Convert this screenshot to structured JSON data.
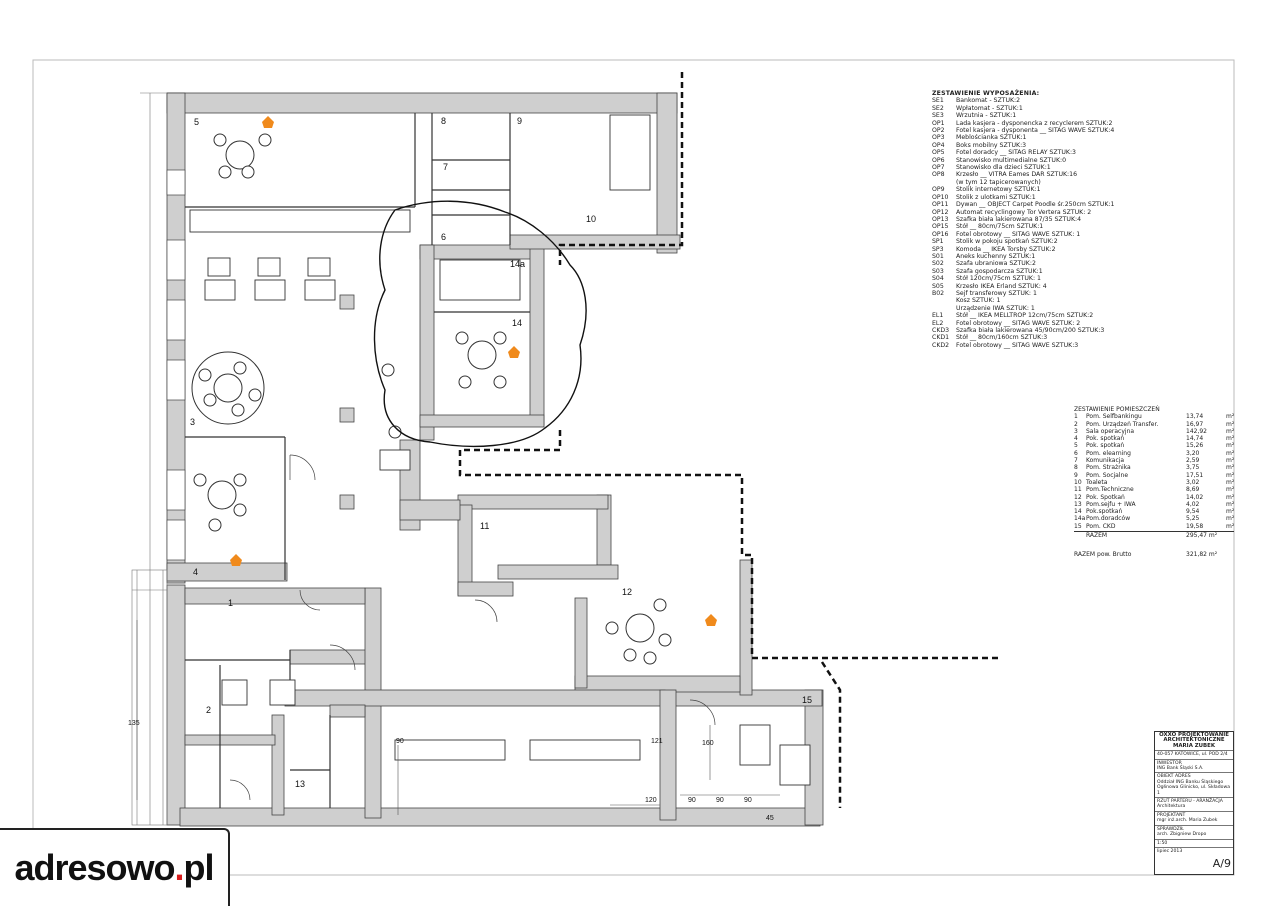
{
  "equipment": {
    "title": "ZESTAWIENIE WYPOSAŻENIA:",
    "items": [
      [
        "SE1",
        "Bankomat - SZTUK:2"
      ],
      [
        "SE2",
        "Wpłatomat - SZTUK:1"
      ],
      [
        "SE3",
        "Wrzutnia - SZTUK:1"
      ],
      [
        "OP1",
        "Lada kasjera - dysponencka z recyclerem SZTUK:2"
      ],
      [
        "OP2",
        "Fotel kasjera - dysponenta __ SITAG WAVE SZTUK:4"
      ],
      [
        "OP3",
        "Meblościanka SZTUK:1"
      ],
      [
        "OP4",
        "Boks mobilny SZTUK:3"
      ],
      [
        "OP5",
        "Fotel doradcy __ SITAG RELAY SZTUK:3"
      ],
      [
        "OP6",
        "Stanowisko multimedialne SZTUK:0"
      ],
      [
        "OP7",
        "Stanowisko dla dzieci SZTUK:1"
      ],
      [
        "OP8",
        "Krzesło __ VITRA Eames DAR SZTUK:16"
      ],
      [
        "",
        "(w tym 12 tapicerowanych)"
      ],
      [
        "OP9",
        "Stolik internetowy SZTUK:1"
      ],
      [
        "OP10",
        "Stolik z ulotkami SZTUK:1"
      ],
      [
        "OP11",
        "Dywan __ OBJECT Carpet Poodle śr.250cm SZTUK:1"
      ],
      [
        "OP12",
        "Automat recyclingowy Tor Vertera SZTUK: 2"
      ],
      [
        "OP13",
        "Szafka biała lakierowana 87/35 SZTUK:4"
      ],
      [
        "OP15",
        "Stół __ 80cm/75cm SZTUK:1"
      ],
      [
        "OP16",
        "Fotel obrotowy __ SITAG WAVE SZTUK: 1"
      ],
      [
        "SP1",
        "Stolik w pokoju spotkań SZTUK:2"
      ],
      [
        "SP3",
        "Komoda __ IKEA Torsby SZTUK:2"
      ],
      [
        "S01",
        "Aneks kuchenny SZTUK:1"
      ],
      [
        "S02",
        "Szafa ubraniowa SZTUK:2"
      ],
      [
        "S03",
        "Szafa gospodarcza SZTUK:1"
      ],
      [
        "S04",
        "Stół 120cm/75cm SZTUK: 1"
      ],
      [
        "S05",
        "Krzesło IKEA Erland SZTUK: 4"
      ],
      [
        "B02",
        "Sejf transferowy SZTUK: 1"
      ],
      [
        "",
        "Kosz SZTUK: 1"
      ],
      [
        "",
        "Urządzenie IWA SZTUK: 1"
      ],
      [
        "EL1",
        "Stół __ IKEA MELLTROP 12cm/75cm SZTUK:2"
      ],
      [
        "EL2",
        "Fotel obrotowy __ SITAG WAVE SZTUK: 2"
      ],
      [
        "CKD3",
        "Szafka biała lakierowana 45/90cm/200 SZTUK:3"
      ],
      [
        "CKD1",
        "Stół __ 80cm/160cm SZTUK:3"
      ],
      [
        "CKD2",
        "Fotel obrotowy __ SITAG WAVE SZTUK:3"
      ]
    ]
  },
  "rooms": {
    "title": "ZESTAWIENIE POMIESZCZEŃ",
    "items": [
      [
        "1",
        "Pom. Selfbankingu",
        "13,74",
        "m²"
      ],
      [
        "2",
        "Pom. Urządzeń Transfer.",
        "16,97",
        "m²"
      ],
      [
        "3",
        "Sala operacyjna",
        "142,92",
        "m²"
      ],
      [
        "4",
        "Pok. spotkań",
        "14,74",
        "m²"
      ],
      [
        "5",
        "Pok. spotkań",
        "15,26",
        "m²"
      ],
      [
        "6",
        "Pom. elearning",
        "3,20",
        "m²"
      ],
      [
        "7",
        "Komunikacja",
        "2,59",
        "m²"
      ],
      [
        "8",
        "Pom. Strażnika",
        "3,75",
        "m²"
      ],
      [
        "9",
        "Pom. Socjalne",
        "17,51",
        "m²"
      ],
      [
        "10",
        "Toaleta",
        "3,02",
        "m²"
      ],
      [
        "11",
        "Pom.Techniczne",
        "8,69",
        "m²"
      ],
      [
        "12",
        "Pok. Spotkań",
        "14,02",
        "m²"
      ],
      [
        "13",
        "Pom.sejfu + IWA",
        "4,02",
        "m²"
      ],
      [
        "14",
        "Pok.spotkań",
        "9,54",
        "m²"
      ],
      [
        "14a",
        "Pom.doradców",
        "5,25",
        "m²"
      ],
      [
        "15",
        "Pom. CKD",
        "19,58",
        "m²"
      ]
    ],
    "total_label": "RAZEM",
    "total_value": "295,47",
    "total_unit": "m²",
    "brutto_label": "RAZEM pow. Brutto",
    "brutto_value": "321,82",
    "brutto_unit": "m²"
  },
  "title_block": {
    "office": "OXXO PROJEKTOWANIE ARCHITEKTONICZNE MARIA ZUBEK",
    "address": "40-057 KATOWICE, ul. POD 2/4",
    "investor_label": "INWESTOR",
    "investor": "ING Bank Śląski S.A.",
    "object_label": "OBIEKT ADRES",
    "object": "Oddział ING Banku Śląskiego Ogłinowa Glinicko, ul. Składowa 1",
    "drawing_label": "RZUT PARTERU - ARANŻACJA",
    "discipline": "Architektura",
    "designer_label": "PROJEKTANT",
    "designer": "mgr inż.arch. Maria Zubek",
    "checker_label": "SPRAWDZIŁ",
    "checker": "arch. Zbigniew Dropo",
    "scale": "1:50",
    "date": "lipiec 2013",
    "sheet": "A/9"
  },
  "room_labels": [
    "1",
    "2",
    "3",
    "4",
    "5",
    "6",
    "7",
    "8",
    "9",
    "10",
    "11",
    "12",
    "13",
    "14",
    "14a",
    "15"
  ],
  "dims": [
    "90",
    "121",
    "120",
    "90",
    "90",
    "90",
    "45",
    "160",
    "135"
  ],
  "logo": {
    "text": "adresowo",
    "dot": ".",
    "tld": "pl"
  }
}
